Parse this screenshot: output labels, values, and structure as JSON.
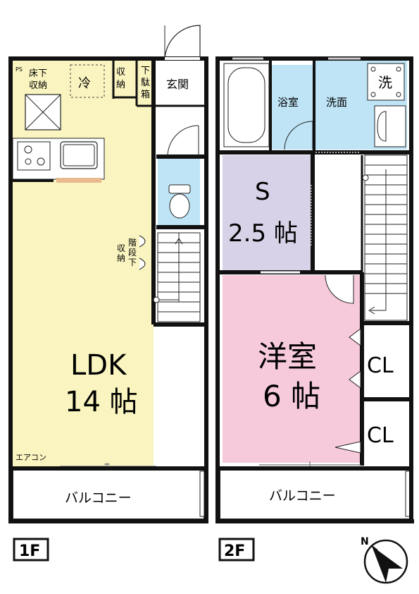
{
  "floor1": {
    "label": "1F",
    "ps": "PS",
    "underfloor_storage": [
      "床下",
      "収納"
    ],
    "fridge": "冷",
    "storage": [
      "収",
      "納"
    ],
    "shoe_box": [
      "下",
      "駄",
      "箱"
    ],
    "entrance": "玄関",
    "under_stair_storage": [
      "階",
      "段",
      "下"
    ],
    "under_stair_storage_b": [
      "収",
      "納"
    ],
    "ldk_name": "LDK",
    "ldk_size": "14 帖",
    "aircon": "エアコン",
    "balcony": "バルコニー"
  },
  "floor2": {
    "label": "2F",
    "bath": "浴室",
    "washroom": "洗面",
    "washer": "洗",
    "service_room_name": "S",
    "service_room_size": "2.5 帖",
    "western_room_name": "洋室",
    "western_room_size": "6 帖",
    "closet_1": "CL",
    "closet_2": "CL",
    "balcony": "バルコニー"
  },
  "compass": {
    "north": "N"
  },
  "colors": {
    "ldk": "#FAF5C0",
    "wet": "#BEE4F6",
    "service": "#D7D2E7",
    "western": "#F6C9DB",
    "wall": "#111111"
  }
}
